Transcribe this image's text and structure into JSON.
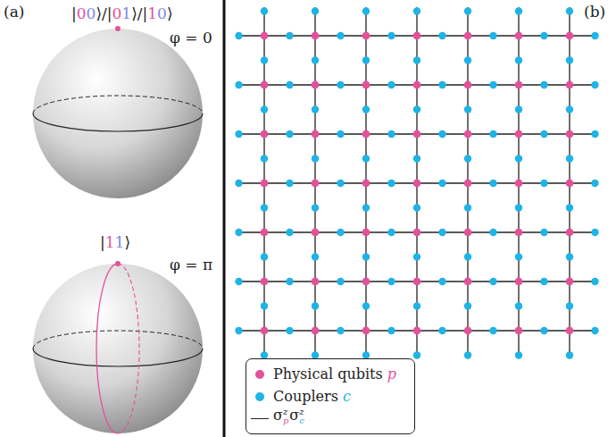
{
  "diagram": {
    "labels": [
      "(a)",
      "(b)",
      "|00⟩/|01⟩/|10⟩",
      "φ = 0",
      "|11⟩",
      "φ = π"
    ],
    "legend": [
      {
        "text": "Physical qubits p",
        "color": "#e2529a"
      },
      {
        "text": "Couplers c",
        "color": "#1fb3e6"
      },
      {
        "text": "σpzσcz"
      }
    ]
  }
}
